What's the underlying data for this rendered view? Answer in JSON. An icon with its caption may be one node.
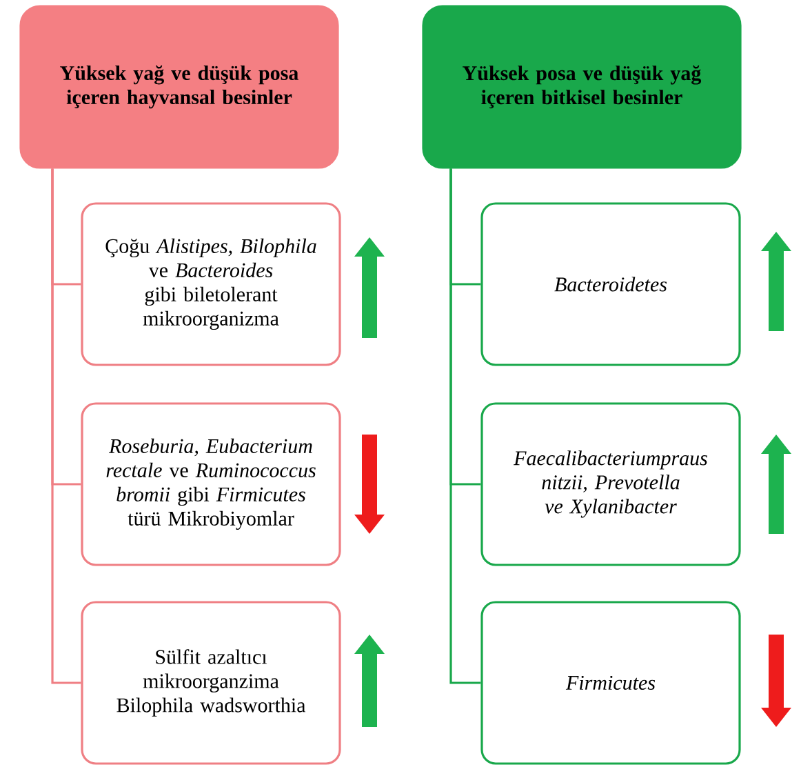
{
  "diagram": {
    "nodes": [
      {
        "text": [
          "Yüksek yağ ve düşük posa içeren hayvansal besinler"
        ]
      },
      {
        "text": [
          "Çoğu *Alistipes,* *Bilophila* ve *Bacteroides* gibi biletolerant mikroorganizma"
        ]
      },
      {
        "text": [
          "*Roseburia,* *Eubacterium rectale* ve *Ruminococcus bromii* gibi *Firmicutes* türü Mikrobiyomlar"
        ]
      },
      {
        "text": [
          "Sülfit azaltıcı mikroorganzima Bilophila wadsworthia"
        ]
      },
      {
        "text": [
          "Yüksek posa ve düşük yağ içeren bitkisel besinler"
        ]
      },
      {
        "text": [
          "Bacteroidetes"
        ]
      },
      {
        "text": [
          "Faecalibacteriumpraus nitzii, Prevotella ve Xylanibacter"
        ]
      },
      {
        "text": [
          "Firmicutes"
        ]
      }
    ],
    "edges": [
      {
        "from": 0,
        "to": 1,
        "arrow": "none",
        "color": "#ef7f84"
      },
      {
        "from": 0,
        "to": 2,
        "arrow": "none",
        "color": "#ef7f84"
      },
      {
        "from": 0,
        "to": 3,
        "arrow": "none",
        "color": "#ef7f84"
      },
      {
        "from": 4,
        "to": 5,
        "arrow": "none",
        "color": "#19a84b"
      },
      {
        "from": 4,
        "to": 6,
        "arrow": "none",
        "color": "#19a84b"
      },
      {
        "from": 4,
        "to": 7,
        "arrow": "none",
        "color": "#19a84b"
      }
    ]
  }
}
